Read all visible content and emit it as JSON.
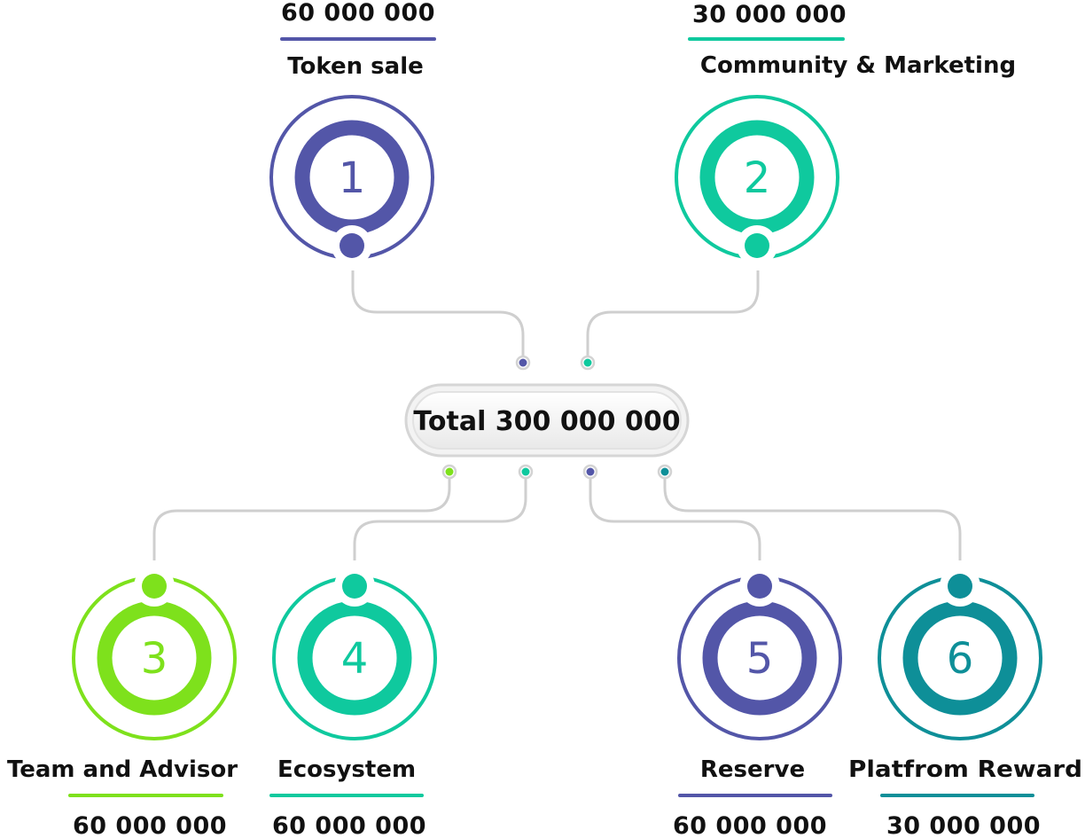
{
  "total": {
    "text": "Total 300 000 000"
  },
  "nodes": [
    {
      "number": "1",
      "label": "Token sale",
      "value": "60 000 000",
      "color": "#5356a8"
    },
    {
      "number": "2",
      "label": "Community & Marketing",
      "value": "30 000 000",
      "color": "#0fc99e"
    },
    {
      "number": "3",
      "label": "Team and Advisor",
      "value": "60 000 000",
      "color": "#7ee11c"
    },
    {
      "number": "4",
      "label": "Ecosystem",
      "value": "60 000 000",
      "color": "#0fc99e"
    },
    {
      "number": "5",
      "label": "Reserve",
      "value": "60 000 000",
      "color": "#5356a8"
    },
    {
      "number": "6",
      "label": "Platfrom Reward",
      "value": "30 000 000",
      "color": "#0e8f98"
    }
  ]
}
